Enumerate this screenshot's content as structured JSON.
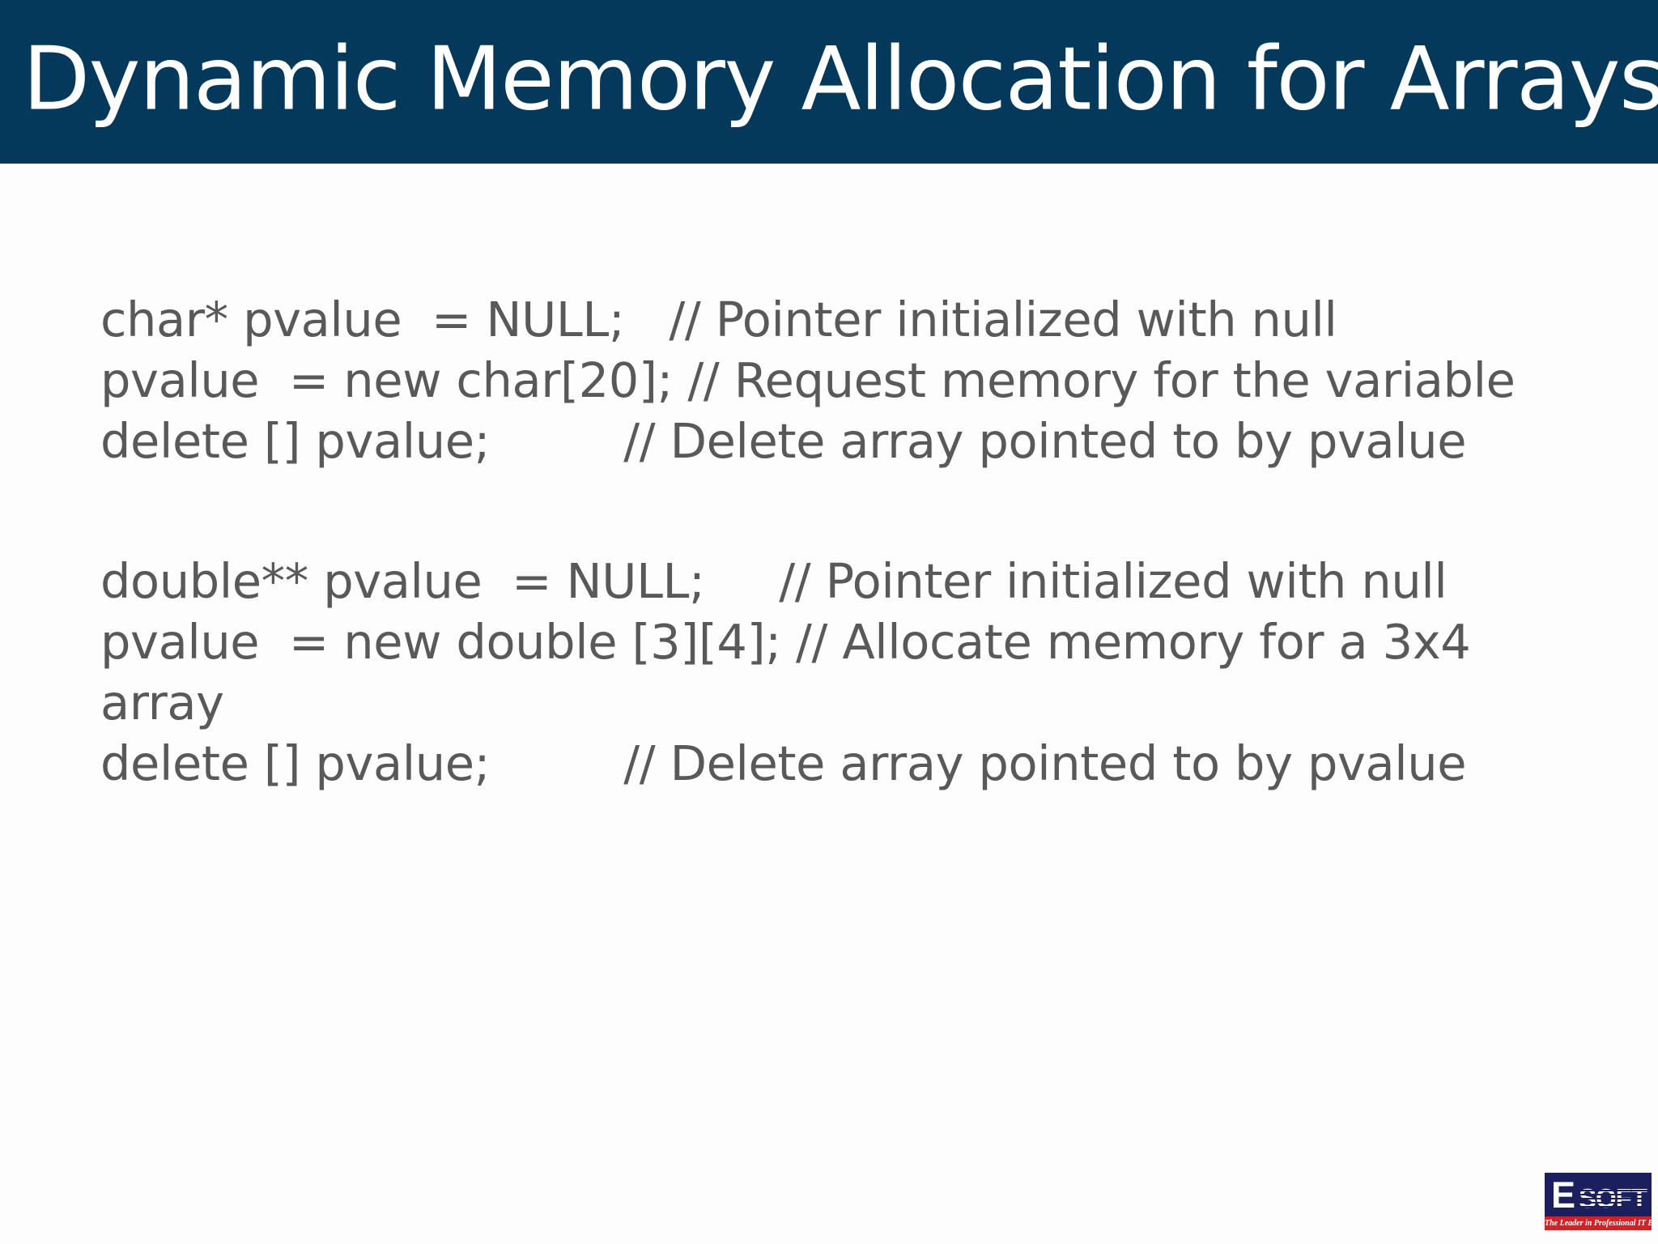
{
  "slide": {
    "title": "Dynamic Memory Allocation for Arrays",
    "background_color": "#fdfdfd",
    "title_bar_color": "#04395B",
    "title_text_color": "#ffffff",
    "body_text_color": "#595959"
  },
  "body": {
    "block1": {
      "line1": "char* pvalue  = NULL;   // Pointer initialized with null",
      "line2": "pvalue  = new char[20]; // Request memory for the variable",
      "line3": "delete [] pvalue;         // Delete array pointed to by pvalue"
    },
    "block2": {
      "line1": "double** pvalue  = NULL;     // Pointer initialized with null",
      "line2": "pvalue  = new double [3][4]; // Allocate memory for a 3x4 array",
      "line3": "delete [] pvalue;         // Delete array pointed to by pvalue"
    }
  },
  "logo": {
    "letter": "E",
    "word": "SOFT",
    "tagline": "The Leader in Professional IT Education",
    "box_color": "#1B1F5E",
    "tagline_color": "#D32128"
  }
}
